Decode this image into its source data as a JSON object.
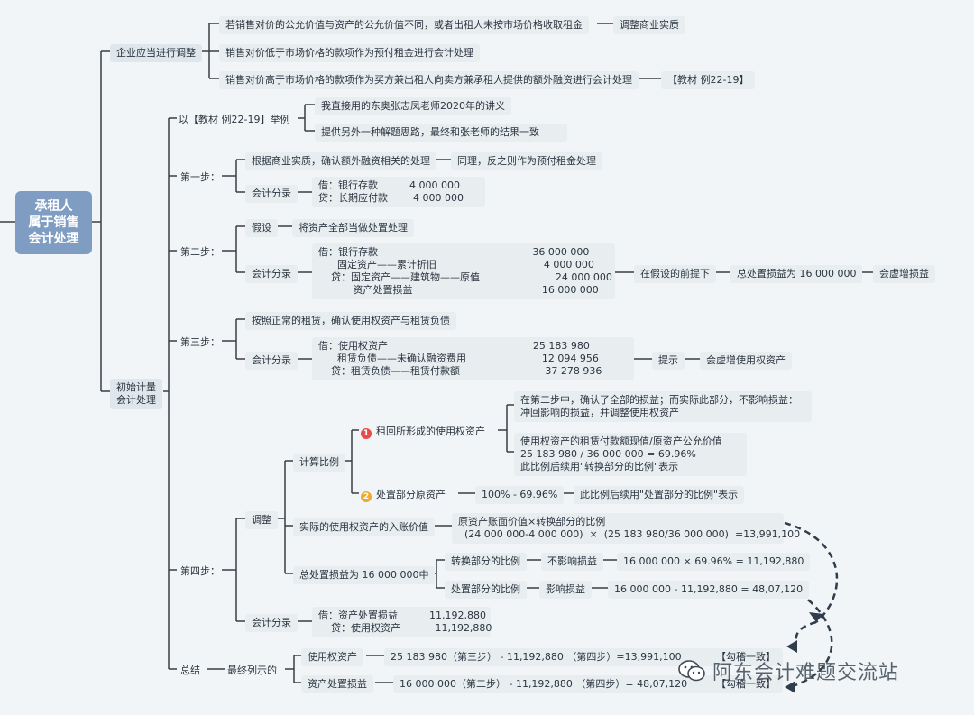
{
  "root": "承租人\n属于销售\n会计处理",
  "branch1": {
    "label": "企业应当进行调整",
    "items": [
      {
        "text": "若销售对价的公允价值与资产的公允价值不同，或者出租人未按市场价格收取租金",
        "note": "调整商业实质"
      },
      {
        "text": "销售对价低于市场价格的款项作为预付租金进行会计处理"
      },
      {
        "text": "销售对价高于市场价格的款项作为买方兼出租人向卖方兼承租人提供的额外融资进行会计处理",
        "note": "【教材 例22-19】"
      }
    ]
  },
  "branch2": {
    "label": "初始计量\n会计处理",
    "example": {
      "label": "以【教材 例22-19】举例",
      "items": [
        "我直接用的东奥张志凤老师2020年的讲义",
        "提供另外一种解题思路，最终和张老师的结果一致"
      ]
    },
    "step1": {
      "label": "第一步：",
      "a": "根据商业实质，确认额外融资相关的处理",
      "a_note": "同理，反之则作为预付租金处理",
      "entry_label": "会计分录",
      "entry": "借：银行存款          4 000 000\n贷：长期应付款        4 000 000"
    },
    "step2": {
      "label": "第二步：",
      "assume": "假设",
      "assume_note": "将资产全部当做处置处理",
      "entry_label": "会计分录",
      "entry": "借：银行存款                                                 36 000 000\n      固定资产——累计折旧                                  4 000 000\n    贷：固定资产——建筑物——原值                        24 000 000\n           资产处置损益                                         16 000 000",
      "chain": [
        "在假设的前提下",
        "总处置损益为 16 000 000",
        "会虚增损益"
      ]
    },
    "step3": {
      "label": "第三步：",
      "a": "按照正常的租赁，确认使用权资产与租赁负债",
      "entry_label": "会计分录",
      "entry": "借：使用权资产                                              25 183 980\n      租赁负债——未确认融资费用                        12 094 956\n    贷：租赁负债——租赁付款额                           37 278 936",
      "chain": [
        "提示",
        "会虚增使用权资产"
      ]
    },
    "step4": {
      "label": "第四步：",
      "adjust": "调整",
      "ratio_label": "计算比例",
      "r1_badge": "1",
      "r1_label": "租回所形成的使用权资产",
      "r1_note_a": "在第二步中，确认了全部的损益；而实际此部分，不影响损益：\n冲回影响的损益，并调整使用权资产",
      "r1_note_b": "使用权资产的租赁付款额现值/原资产公允价值\n25 183 980 / 36 000 000 = 69.96%\n此比例后续用\"转换部分的比例\"表示",
      "r2_badge": "2",
      "r2_label": "处置部分原资产",
      "r2_calc": "100%  -  69.96%",
      "r2_note": "此比例后续用\"处置部分的比例\"表示",
      "actual_label": "实际的使用权资产的入账价值",
      "actual_calc": "原资产账面价值×转换部分的比例\n  (24 000 000-4 000 000)  ×  (25 183 980/36 000 000)  =13,991,100",
      "total_label": "总处置损益为 16 000 000中",
      "conv_label": "转换部分的比例",
      "conv_effect": "不影响损益",
      "conv_calc": "16 000 000 × 69.96% = 11,192,880",
      "disp_label": "处置部分的比例",
      "disp_effect": "影响损益",
      "disp_calc": "16 000 000 -  11,192,880 = 48,07,120",
      "entry_label": "会计分录",
      "entry": "借：资产处置损益          11,192,880\n    贷：使用权资产           11,192,880"
    },
    "summary": {
      "label": "总结",
      "final": "最终列示的",
      "rou_label": "使用权资产",
      "rou_calc": "25 183 980（第三步） - 11,192,880 （第四步）=13,991,100",
      "rou_check": "【勾稽一致】",
      "gain_label": "资产处置损益",
      "gain_calc": "16 000 000（第二步） - 11,192,880 （第四步）= 48,07,120",
      "gain_check": "【勾稽一致】"
    }
  },
  "watermark": "阿东会计难题交流站",
  "colors": {
    "root": "#7f9dc3",
    "line": "#3a3f44",
    "arrow": "#2f3d4d",
    "badge1": "#e84b4b",
    "badge2": "#f0a92a"
  }
}
